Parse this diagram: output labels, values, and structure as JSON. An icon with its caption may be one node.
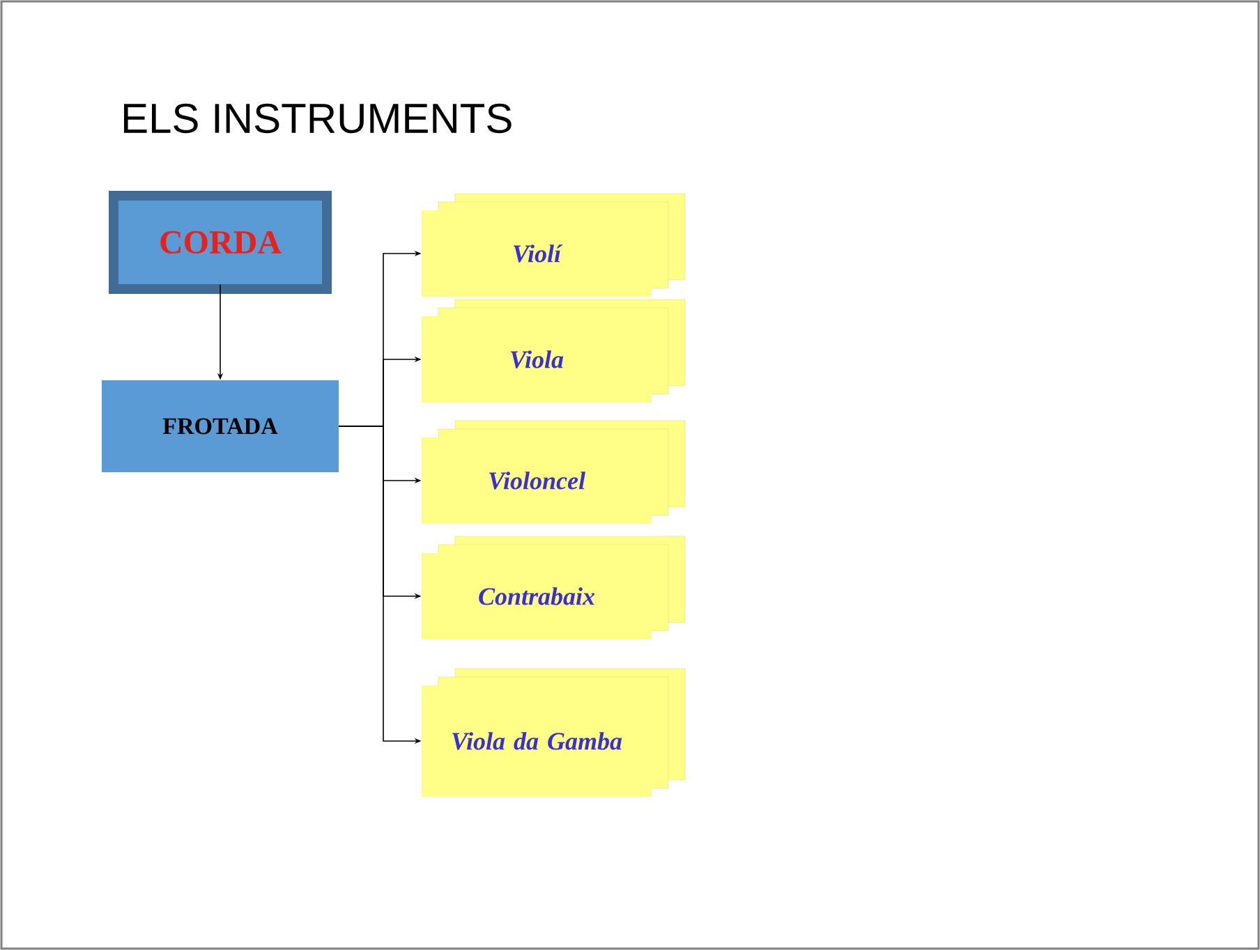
{
  "diagram": {
    "title": "ELS INSTRUMENTS",
    "nodes": [
      {
        "text": [
          "CORDA"
        ]
      },
      {
        "text": [
          "FROTADA"
        ]
      },
      {
        "text": [
          "Violí"
        ]
      },
      {
        "text": [
          "Viola"
        ]
      },
      {
        "text": [
          "Violoncel"
        ]
      },
      {
        "text": [
          "Contrabaix"
        ]
      },
      {
        "text": [
          "Viola da Gamba"
        ]
      }
    ],
    "edges": [
      {
        "from": 0,
        "to": 1,
        "arrow": "to"
      },
      {
        "from": 1,
        "to": 2,
        "arrow": "to"
      },
      {
        "from": 1,
        "to": 3,
        "arrow": "to"
      },
      {
        "from": 1,
        "to": 4,
        "arrow": "to"
      },
      {
        "from": 1,
        "to": 5,
        "arrow": "to"
      },
      {
        "from": 1,
        "to": 6,
        "arrow": "to"
      }
    ]
  }
}
